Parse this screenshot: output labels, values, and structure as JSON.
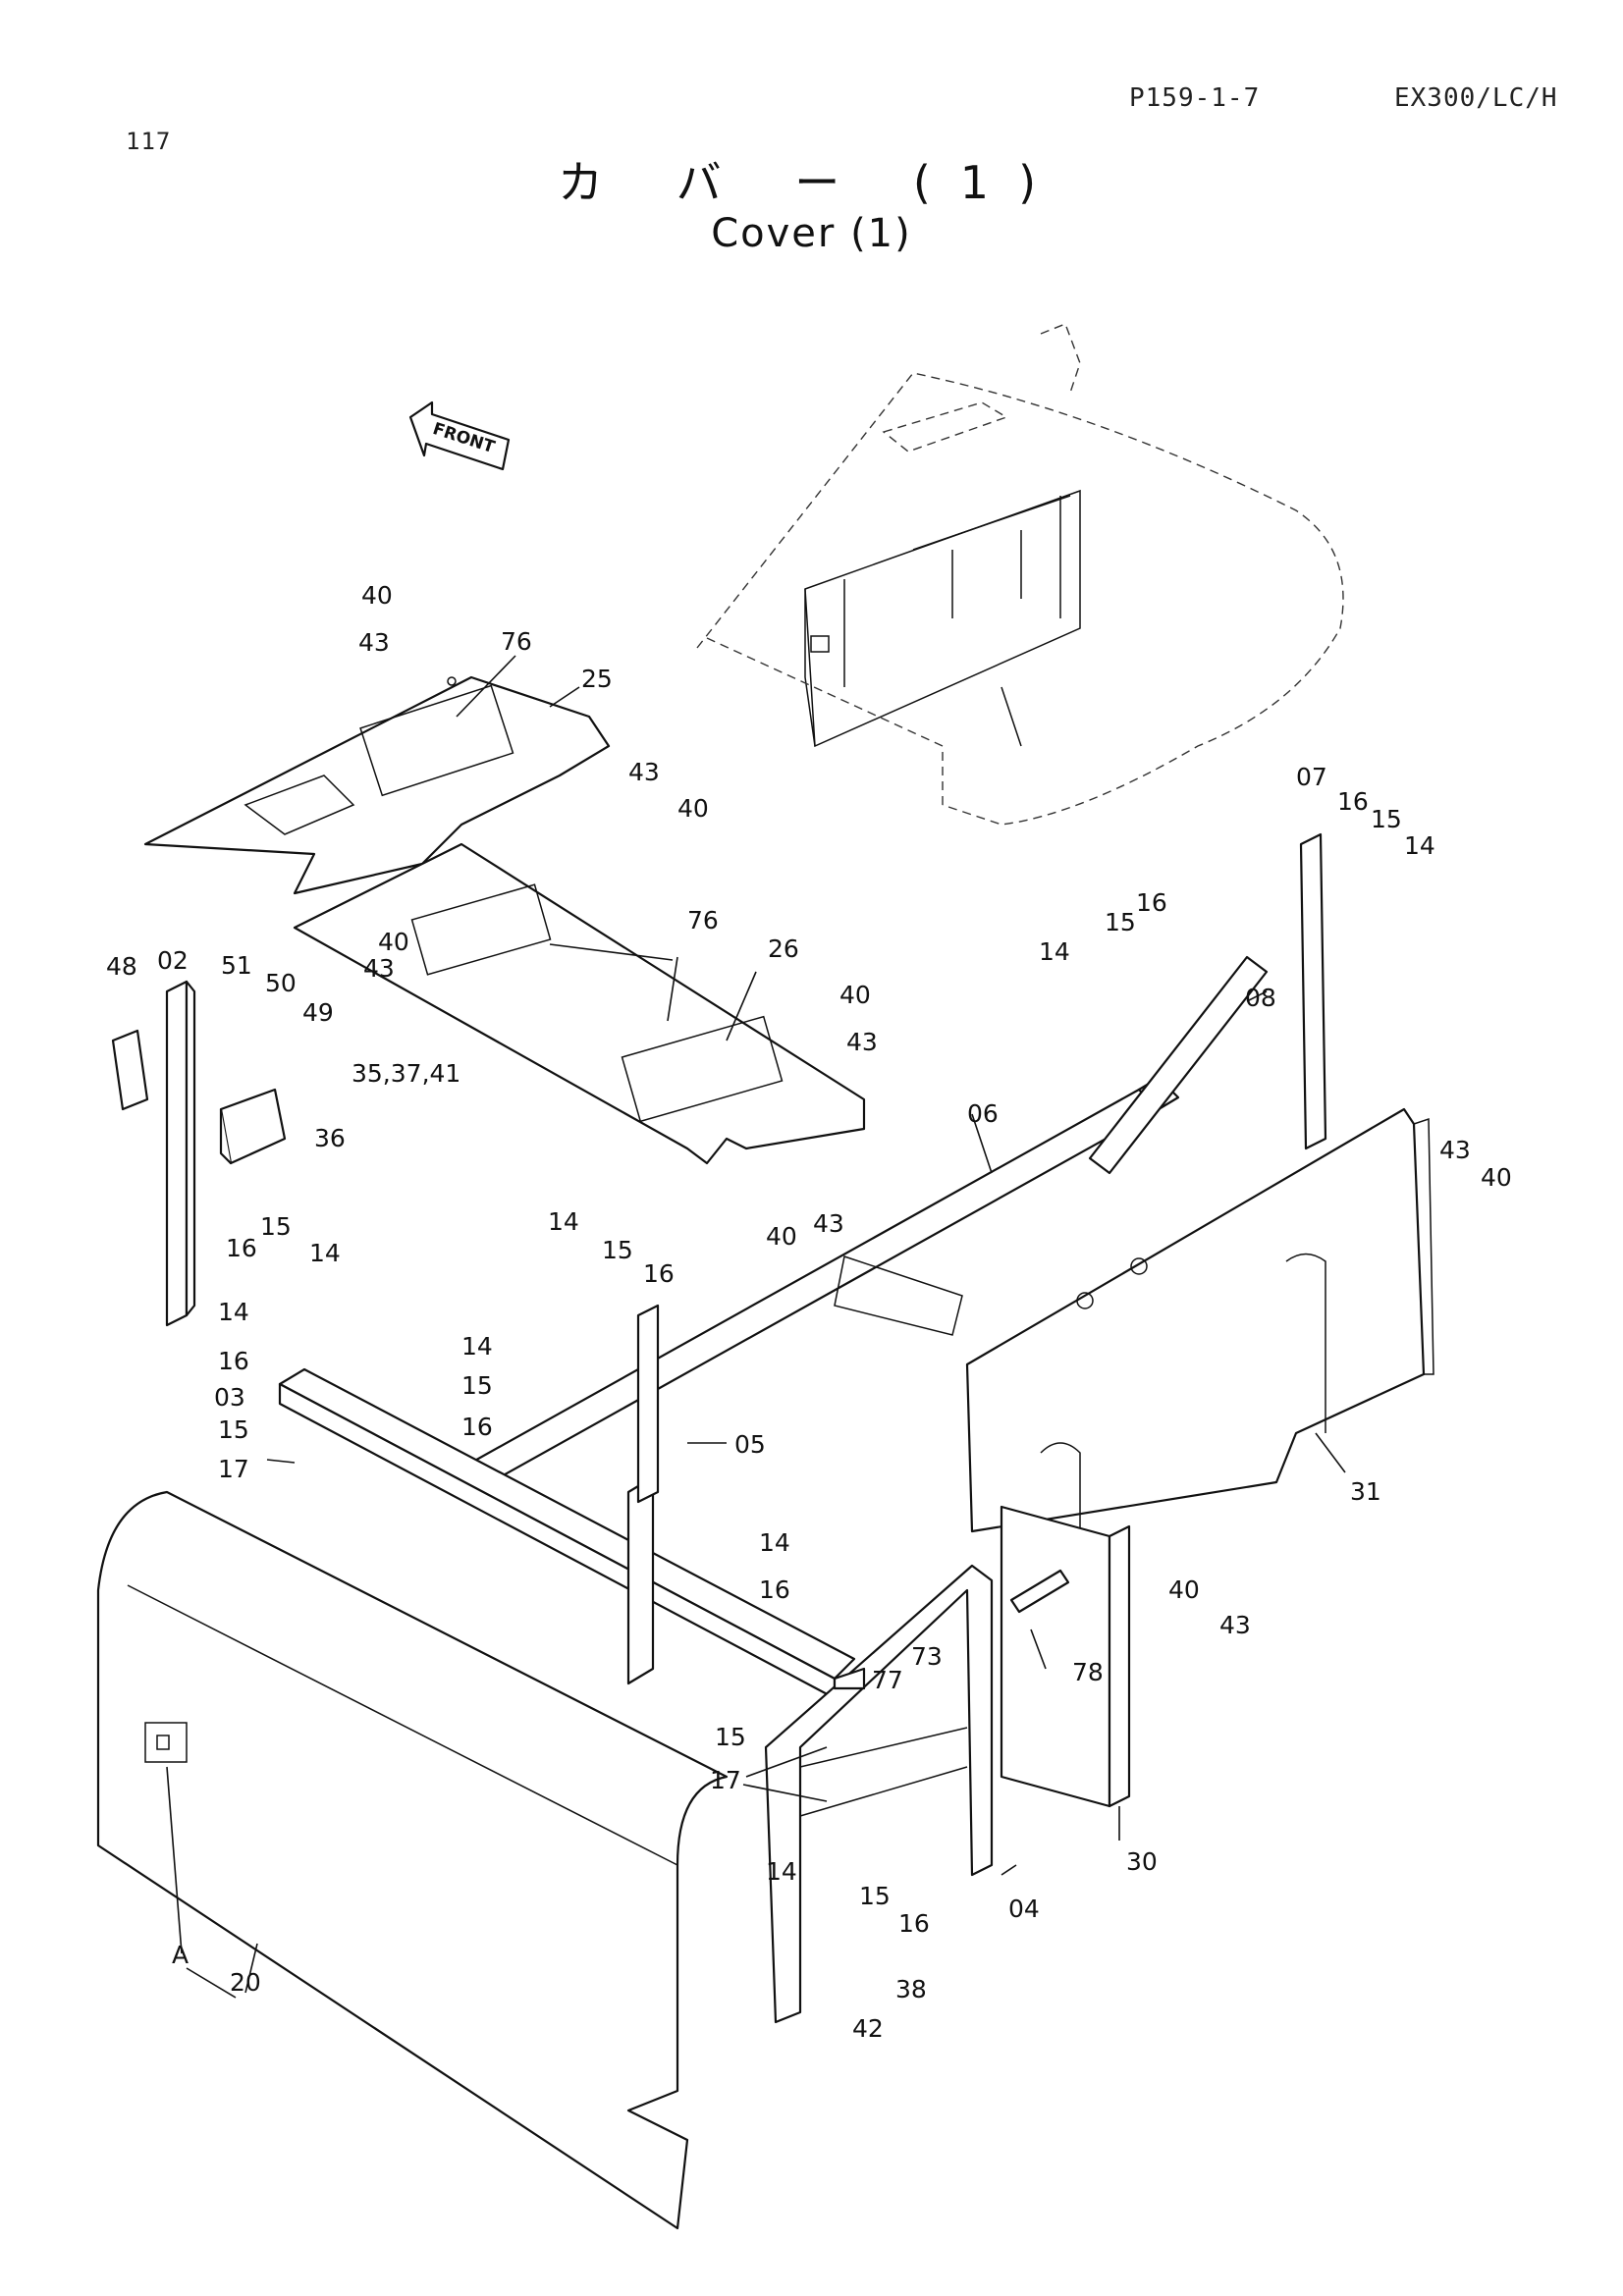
{
  "header": {
    "page_number": "117",
    "ref_code": "P159-1-7",
    "model_code": "EX300/LC/H"
  },
  "title": {
    "japanese": "カ バ ー (1)",
    "english": "Cover (1)"
  },
  "front_marker": "FRONT",
  "callouts": [
    "40",
    "43",
    "76",
    "25",
    "43",
    "40",
    "76",
    "40",
    "43",
    "26",
    "40",
    "43",
    "07",
    "16",
    "15",
    "14",
    "15",
    "16",
    "14",
    "08",
    "48",
    "02",
    "51",
    "50",
    "49",
    "35,37,41",
    "36",
    "16",
    "15",
    "14",
    "06",
    "40",
    "43",
    "43",
    "40",
    "14",
    "15",
    "16",
    "14",
    "16",
    "03",
    "14",
    "15",
    "16",
    "15",
    "17",
    "05",
    "31",
    "14",
    "16",
    "77",
    "73",
    "78",
    "40",
    "43",
    "15",
    "17",
    "14",
    "15",
    "16",
    "04",
    "30",
    "42",
    "38",
    "A",
    "20"
  ]
}
